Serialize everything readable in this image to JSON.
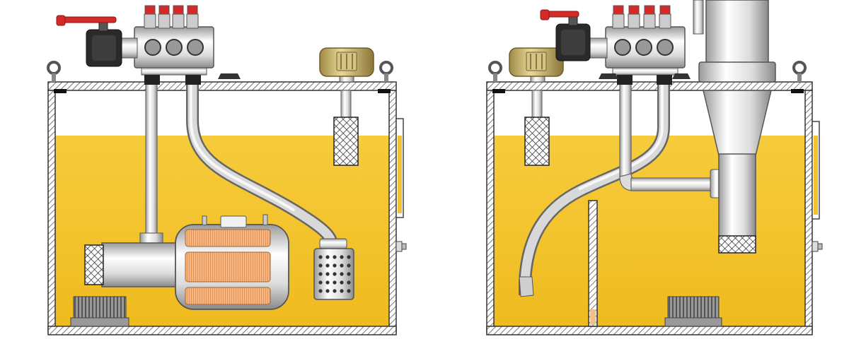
{
  "figure": {
    "panels": [
      {
        "id": "left",
        "components": [
          "shutoff-valve",
          "control-block",
          "filler-breather",
          "suction-line",
          "return-line",
          "submersible-motor-pump",
          "suction-strainer",
          "return-diffuser",
          "magnetic-plug",
          "lifting-eye",
          "lifting-eye",
          "level-gauge",
          "drain-plug"
        ]
      },
      {
        "id": "right",
        "components": [
          "shutoff-valve",
          "control-block",
          "filler-breather",
          "suction-line",
          "return-line",
          "baffle-plate",
          "cyclone-deaerator",
          "magnetic-plug",
          "lifting-eye",
          "lifting-eye",
          "level-gauge",
          "drain-plug"
        ]
      }
    ],
    "colors": {
      "oil": "#f2c230",
      "oil_dark": "#e3ad14",
      "wall_hatch": "#555555",
      "valve_red": "#d42a2a",
      "breather_gold": "#c8b062",
      "motor_coil": "#f3b07a",
      "steel_light": "#f2f2f2",
      "steel_dark": "#8c8c8c"
    }
  }
}
